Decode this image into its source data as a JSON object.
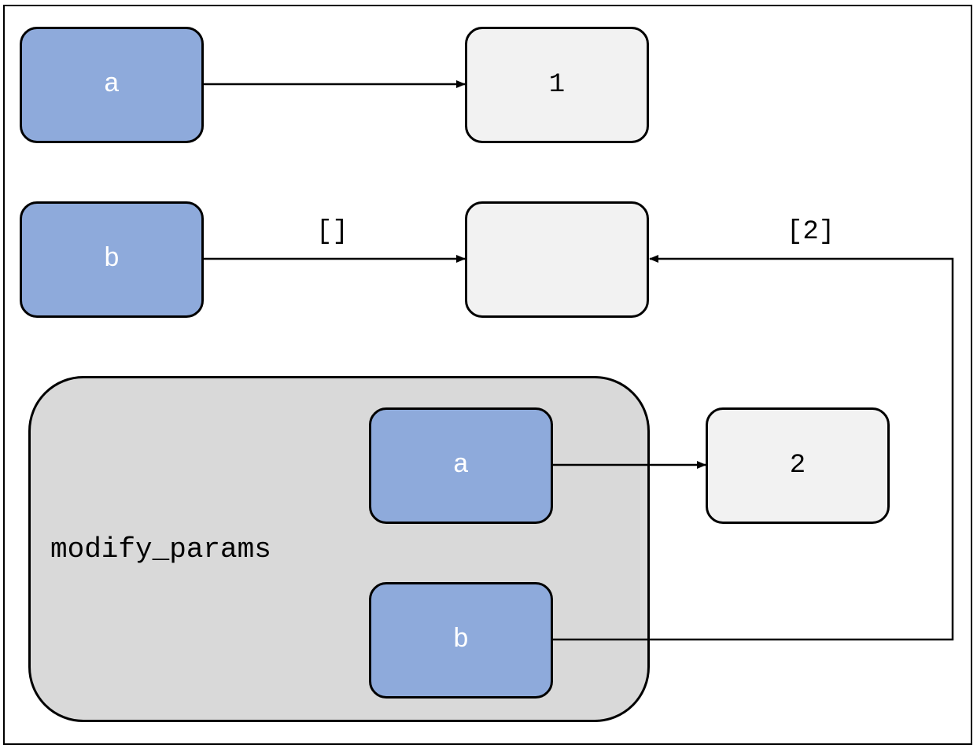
{
  "diagram": {
    "global": {
      "var_a": "a",
      "var_b": "b",
      "val_a": "1",
      "val_b": ""
    },
    "function": {
      "name": "modify_params",
      "var_a": "a",
      "var_b": "b",
      "val_a": "2"
    },
    "edges": {
      "global_b_label": "[]",
      "func_b_label": "[2]"
    },
    "colors": {
      "variable_fill": "#8eaadb",
      "value_fill": "#f2f2f2",
      "scope_fill": "#d9d9d9"
    }
  }
}
